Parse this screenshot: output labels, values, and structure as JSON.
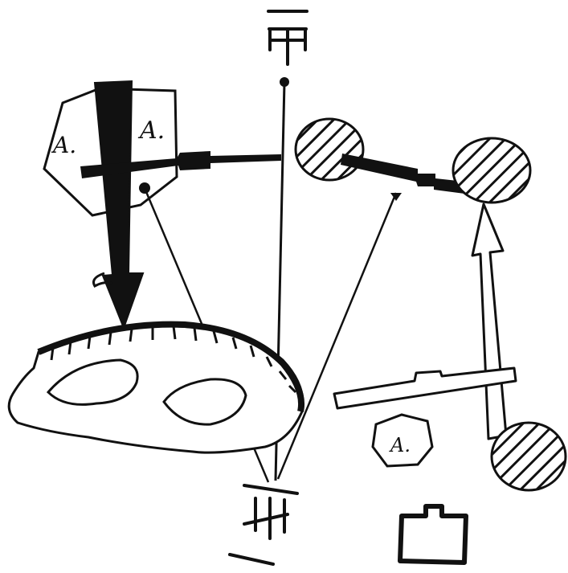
{
  "diagram": {
    "labels": {
      "zone_left_a": "A.",
      "zone_left_b": "A.",
      "zone_lower": "A."
    },
    "colors": {
      "ink": "#111111",
      "paper": "#ffffff"
    }
  }
}
